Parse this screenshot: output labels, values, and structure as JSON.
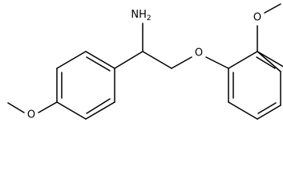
{
  "molecule": {
    "atoms": {
      "amine": "NH",
      "amine_subscript": "2",
      "ether_oxygen": "O",
      "left_methoxy_oxygen": "O",
      "right_methoxy_oxygen": "O"
    }
  },
  "colors": {
    "line": "#000000",
    "background": "#ffffff"
  }
}
